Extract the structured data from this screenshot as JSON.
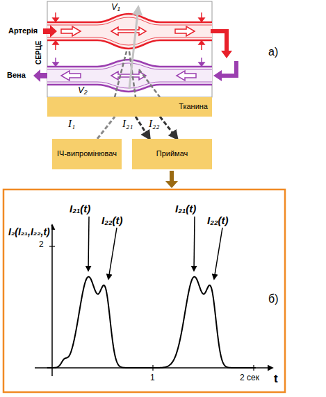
{
  "diagram": {
    "nodes": [
      {
        "text": [
          "Тканина"
        ]
      },
      {
        "text": [
          "ІЧ-випромінювач"
        ]
      },
      {
        "text": [
          "Приймач"
        ]
      }
    ],
    "edges": [
      {
        "from": 1,
        "to": 0,
        "label": "I₁",
        "arrow": "none"
      },
      {
        "from": 0,
        "to": 2,
        "label": "I₂₁",
        "arrow": "to"
      },
      {
        "from": 0,
        "to": 2,
        "label": "I₂₂",
        "arrow": "to"
      }
    ],
    "labels": [
      "Артерія",
      "СЕРЦЕ",
      "Вена",
      "V₁",
      "V₂",
      "а)",
      "I₂(I₂₁,I₂₂,t)",
      "2",
      "1",
      "2 сек",
      "t",
      "I₂₁(t)",
      "I₂₂(t)",
      "I₂₁(t)",
      "I₂₂(t)",
      "б)"
    ]
  }
}
